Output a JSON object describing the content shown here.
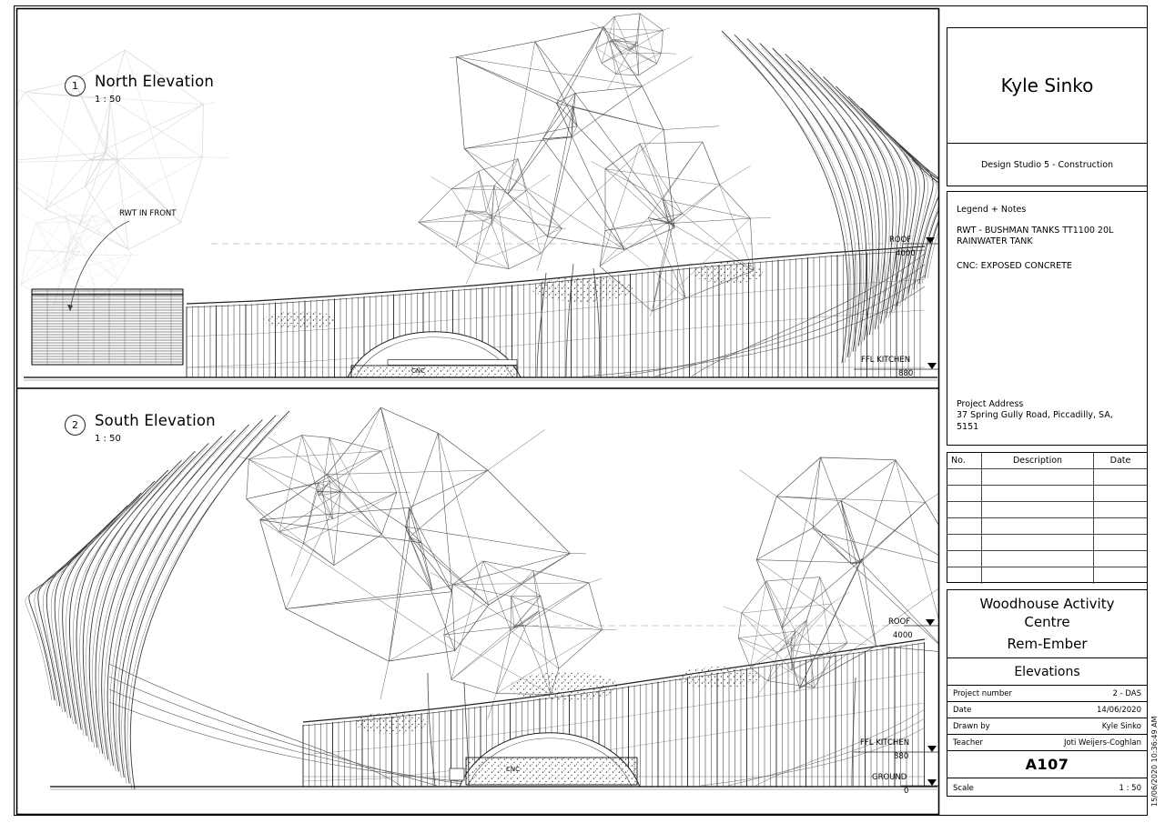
{
  "sheet": {
    "timestamp": "15/06/2020 10:36:49 AM"
  },
  "views": {
    "north": {
      "number": "1",
      "title": "North Elevation",
      "scale": "1 : 50",
      "labels": {
        "rwt": "RWT IN FRONT",
        "roof": "ROOF",
        "roof_level": "4000",
        "ffl": "FFL KITCHEN",
        "ffl_level": "880",
        "cnc": "CNC"
      }
    },
    "south": {
      "number": "2",
      "title": "South Elevation",
      "scale": "1 : 50",
      "labels": {
        "roof": "ROOF",
        "roof_level": "4000",
        "ffl": "FFL KITCHEN",
        "ffl_level": "880",
        "ground": "GROUND",
        "ground_level": "0",
        "cnc": "CNC"
      }
    }
  },
  "titleblock": {
    "author": "Kyle Sinko",
    "studio": "Design Studio 5 - Construction",
    "legend_title": "Legend + Notes",
    "legend_items": [
      "RWT - BUSHMAN TANKS TT1100 20L RAINWATER TANK",
      "CNC: EXPOSED CONCRETE"
    ],
    "address_label": "Project Address",
    "address_line1": "37 Spring Gully Road, Piccadilly, SA,",
    "address_line2": "5151",
    "revision_headers": [
      "No.",
      "Description",
      "Date"
    ],
    "project_title": "Woodhouse Activity Centre",
    "project_subtitle": "Rem-Ember",
    "sheet_title": "Elevations",
    "fields": [
      {
        "label": "Project number",
        "value": "2 - DAS"
      },
      {
        "label": "Date",
        "value": "14/06/2020"
      },
      {
        "label": "Drawn by",
        "value": "Kyle Sinko"
      },
      {
        "label": "Teacher",
        "value": "Joti Weijers-Coghlan"
      }
    ],
    "sheet_number": "A107",
    "scale_label": "Scale",
    "scale_value": "1 : 50"
  }
}
